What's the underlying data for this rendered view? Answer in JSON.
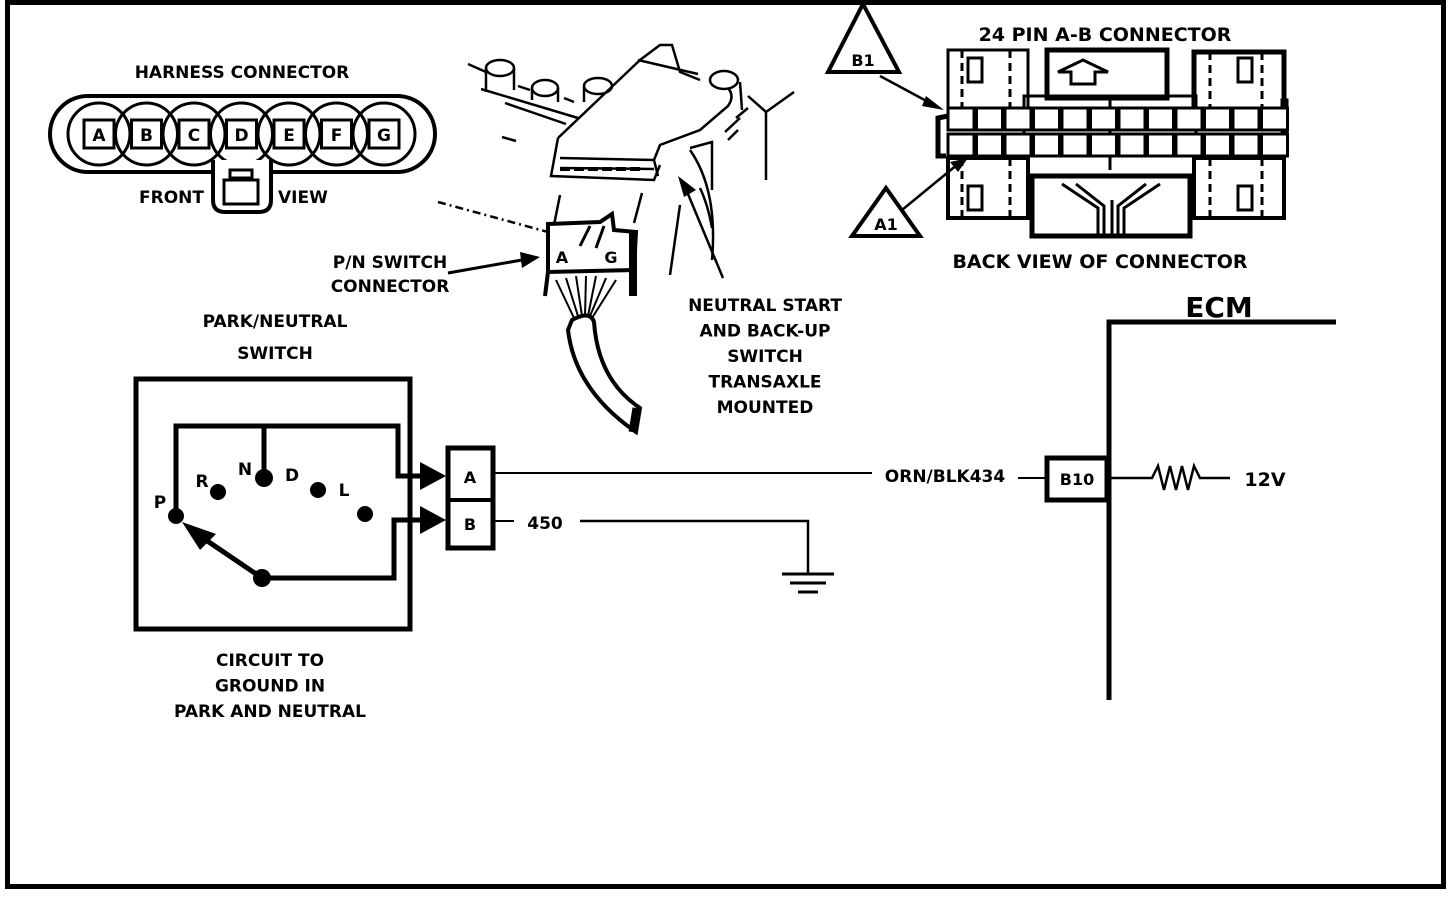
{
  "harness_connector": {
    "title": "HARNESS CONNECTOR",
    "pins": [
      "A",
      "B",
      "C",
      "D",
      "E",
      "F",
      "G"
    ],
    "front_label": "FRONT",
    "view_label": "VIEW"
  },
  "ab_connector": {
    "title": "24 PIN A-B  CONNECTOR",
    "subtitle": "BACK VIEW OF CONNECTOR",
    "marker_b1": "B1",
    "marker_a1": "A1"
  },
  "pn_switch_connector": {
    "label_line1": "P/N SWITCH",
    "label_line2": "CONNECTOR",
    "pin_left": "A",
    "pin_right": "G"
  },
  "transaxle_note": {
    "lines": [
      "NEUTRAL  START",
      "AND BACK-UP",
      "SWITCH",
      "TRANSAXLE",
      "MOUNTED"
    ]
  },
  "park_neutral_switch": {
    "title_line1": "PARK/NEUTRAL",
    "title_line2": "SWITCH",
    "positions": [
      "P",
      "R",
      "N",
      "D",
      "L"
    ],
    "terminal_a": "A",
    "terminal_b": "B",
    "caption": [
      "CIRCUIT TO",
      "GROUND IN",
      "PARK AND NEUTRAL"
    ]
  },
  "wiring": {
    "circuit_a": "ORN/BLK434",
    "circuit_b": "450"
  },
  "ecm": {
    "title": "ECM",
    "pin": "B10",
    "supply": "12V"
  }
}
